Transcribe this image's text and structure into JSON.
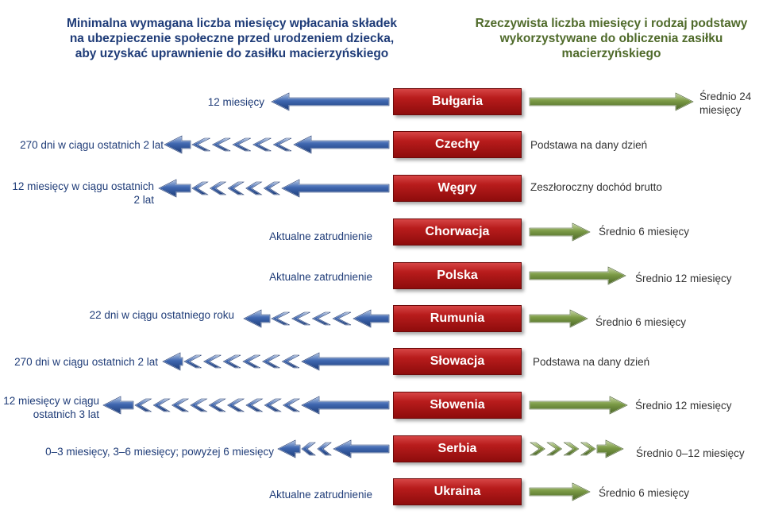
{
  "header": {
    "left": "Minimalna wymagana liczba miesięcy wpłacania składek na ubezpieczenie społeczne przed urodzeniem dziecka, aby uzyskać uprawnienie do zasiłku macierzyńskiego",
    "right": "Rzeczywista liczba miesięcy i rodzaj podstawy wykorzystywane do obliczenia zasiłku macierzyńskiego"
  },
  "colors": {
    "left_accent": "#1f3c78",
    "right_accent": "#4f6a2a",
    "country_box": "#b81c1c"
  },
  "rows": [
    {
      "country": "Bułgaria",
      "left": "12 miesięcy",
      "right": "Średnio 24 miesięcy"
    },
    {
      "country": "Czechy",
      "left": "270 dni w ciągu ostatnich 2 lat",
      "right": "Podstawa na dany dzień"
    },
    {
      "country": "Węgry",
      "left": "12 miesięcy w ciągu ostatnich 2 lat",
      "right": "Zeszłoroczny dochód brutto"
    },
    {
      "country": "Chorwacja",
      "left": "Aktualne zatrudnienie",
      "right": "Średnio 6 miesięcy"
    },
    {
      "country": "Polska",
      "left": "Aktualne zatrudnienie",
      "right": "Średnio 12 miesięcy"
    },
    {
      "country": "Rumunia",
      "left": "22 dni w ciągu ostatniego roku",
      "right": "Średnio 6 miesięcy"
    },
    {
      "country": "Słowacja",
      "left": "270 dni w ciągu ostatnich 2 lat",
      "right": "Podstawa na dany dzień"
    },
    {
      "country": "Słowenia",
      "left": "12 miesięcy w ciągu ostatnich 3 lat",
      "right": "Średnio 12 miesięcy"
    },
    {
      "country": "Serbia",
      "left": "0–3 miesięcy, 3–6 miesięcy; powyżej 6 miesięcy",
      "right": "Średnio 0–12 miesięcy"
    },
    {
      "country": "Ukraina",
      "left": "Aktualne zatrudnienie",
      "right": "Średnio 6 miesięcy"
    }
  ]
}
